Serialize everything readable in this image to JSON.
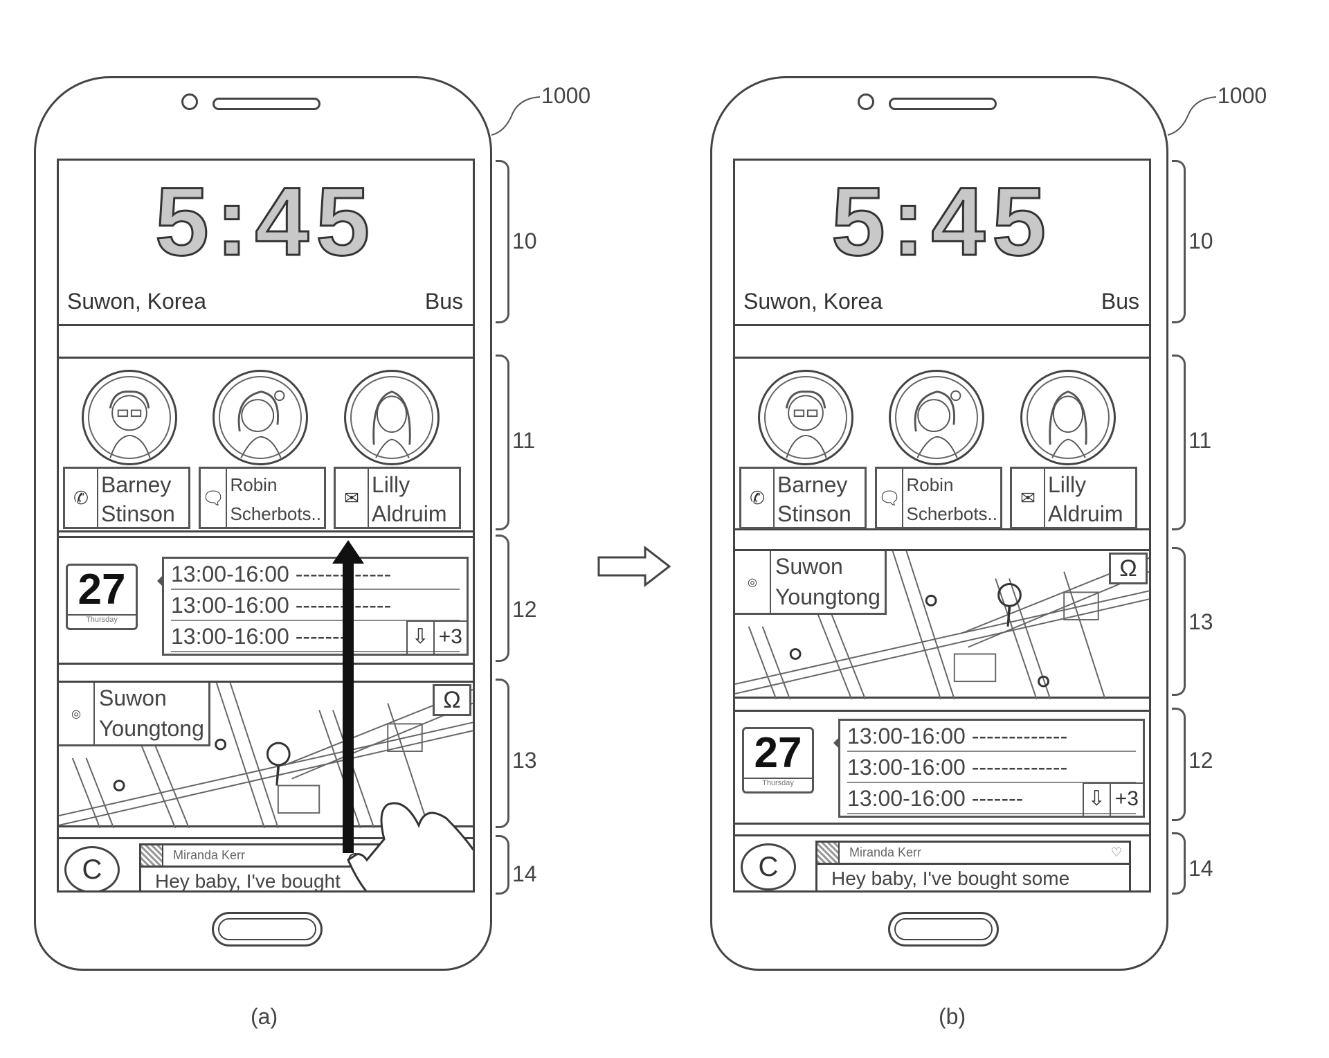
{
  "figure_ref": "1000",
  "panels": [
    {
      "caption": "(a)",
      "clock": "5:45",
      "city": "Suwon, Korea",
      "transport": "Bus",
      "contacts": [
        {
          "first": "Barney",
          "last": "Stinson",
          "icon": "phone-icon"
        },
        {
          "first": "Robin",
          "last": "Scherbots..",
          "icon": "chat-icon"
        },
        {
          "first": "Lilly",
          "last": "Aldruim",
          "icon": "mail-icon"
        }
      ],
      "calendar": {
        "day": "27",
        "weekday": "Thursday",
        "events": [
          "13:00-16:00 -------------",
          "13:00-16:00 -------------",
          "13:00-16:00 -------"
        ],
        "more": "+3"
      },
      "map": {
        "place_line1": "Suwon",
        "place_line2": "Youngtong"
      },
      "message": {
        "sender": "Miranda Kerr",
        "text": "Hey baby, I've bought"
      },
      "section_labels": [
        "10",
        "11",
        "12",
        "13",
        "14"
      ]
    },
    {
      "caption": "(b)",
      "clock": "5:45",
      "city": "Suwon, Korea",
      "transport": "Bus",
      "contacts": [
        {
          "first": "Barney",
          "last": "Stinson",
          "icon": "phone-icon"
        },
        {
          "first": "Robin",
          "last": "Scherbots..",
          "icon": "chat-icon"
        },
        {
          "first": "Lilly",
          "last": "Aldruim",
          "icon": "mail-icon"
        }
      ],
      "calendar": {
        "day": "27",
        "weekday": "Thursday",
        "events": [
          "13:00-16:00 -------------",
          "13:00-16:00 -------------",
          "13:00-16:00 -------"
        ],
        "more": "+3"
      },
      "map": {
        "place_line1": "Suwon",
        "place_line2": "Youngtong"
      },
      "message": {
        "sender": "Miranda Kerr",
        "text": "Hey baby, I've bought some"
      },
      "section_labels": [
        "10",
        "11",
        "13",
        "12",
        "14"
      ]
    }
  ]
}
